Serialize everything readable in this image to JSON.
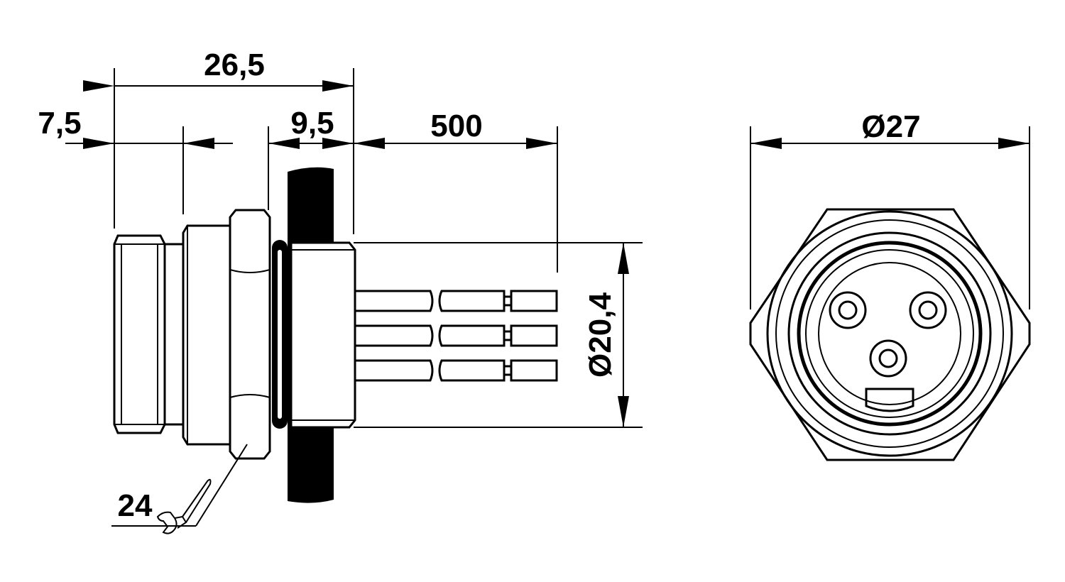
{
  "drawing": {
    "colors": {
      "line": "#000000",
      "background": "#ffffff"
    },
    "dimensions": {
      "overall_length": "26,5",
      "front_length": "7,5",
      "thread_length": "9,5",
      "cable_length": "500",
      "body_diameter": "Ø20,4",
      "hex_diameter": "Ø27",
      "wrench_size": "24"
    },
    "icons": [
      "wrench-icon"
    ]
  }
}
